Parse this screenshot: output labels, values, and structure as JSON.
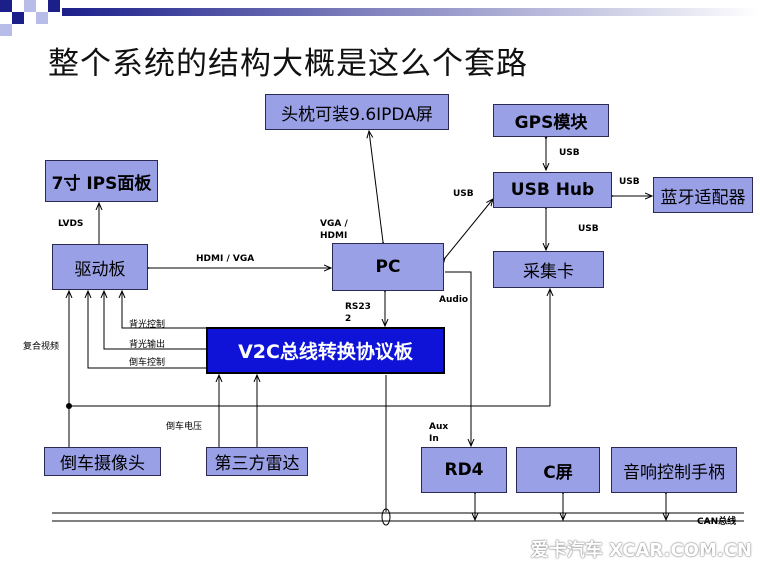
{
  "title": "整个系统的结构大概是这么个套路",
  "boxes": {
    "headrest": "头枕可装9.6IPDA屏",
    "gps": "GPS模块",
    "ips": "7寸 IPS面板",
    "usbhub": "USB Hub",
    "bluetooth": "蓝牙适配器",
    "driver": "驱动板",
    "pc": "PC",
    "capture": "采集卡",
    "v2c": "V2C总线转换协议板",
    "camera": "倒车摄像头",
    "radar": "第三方雷达",
    "rd4": "RD4",
    "cscreen": "C屏",
    "audioctrl": "音响控制手柄"
  },
  "labels": {
    "lvds": "LVDS",
    "hdmi_vga": "HDMI / VGA",
    "vga_hdmi_1": "VGA /",
    "vga_hdmi_2": "HDMI",
    "usb_left": "USB",
    "usb_gps": "USB",
    "usb_bt": "USB",
    "usb_capture": "USB",
    "rs232_1": "RS23",
    "rs232_2": "2",
    "audio": "Audio",
    "backlight_ctrl": "背光控制",
    "backlight_out": "背光输出",
    "reverse_ctrl": "倒车控制",
    "composite": "复合视频",
    "reverse_voltage": "倒车电压",
    "aux_1": "Aux",
    "aux_2": "In",
    "can": "CAN总线"
  },
  "watermark": "爱卡汽车 XCAR.COM.CN",
  "colors": {
    "box_fill": "#9aa0e6",
    "v2c_fill": "#0f13d8",
    "title_bar": "#1c1f8a"
  }
}
